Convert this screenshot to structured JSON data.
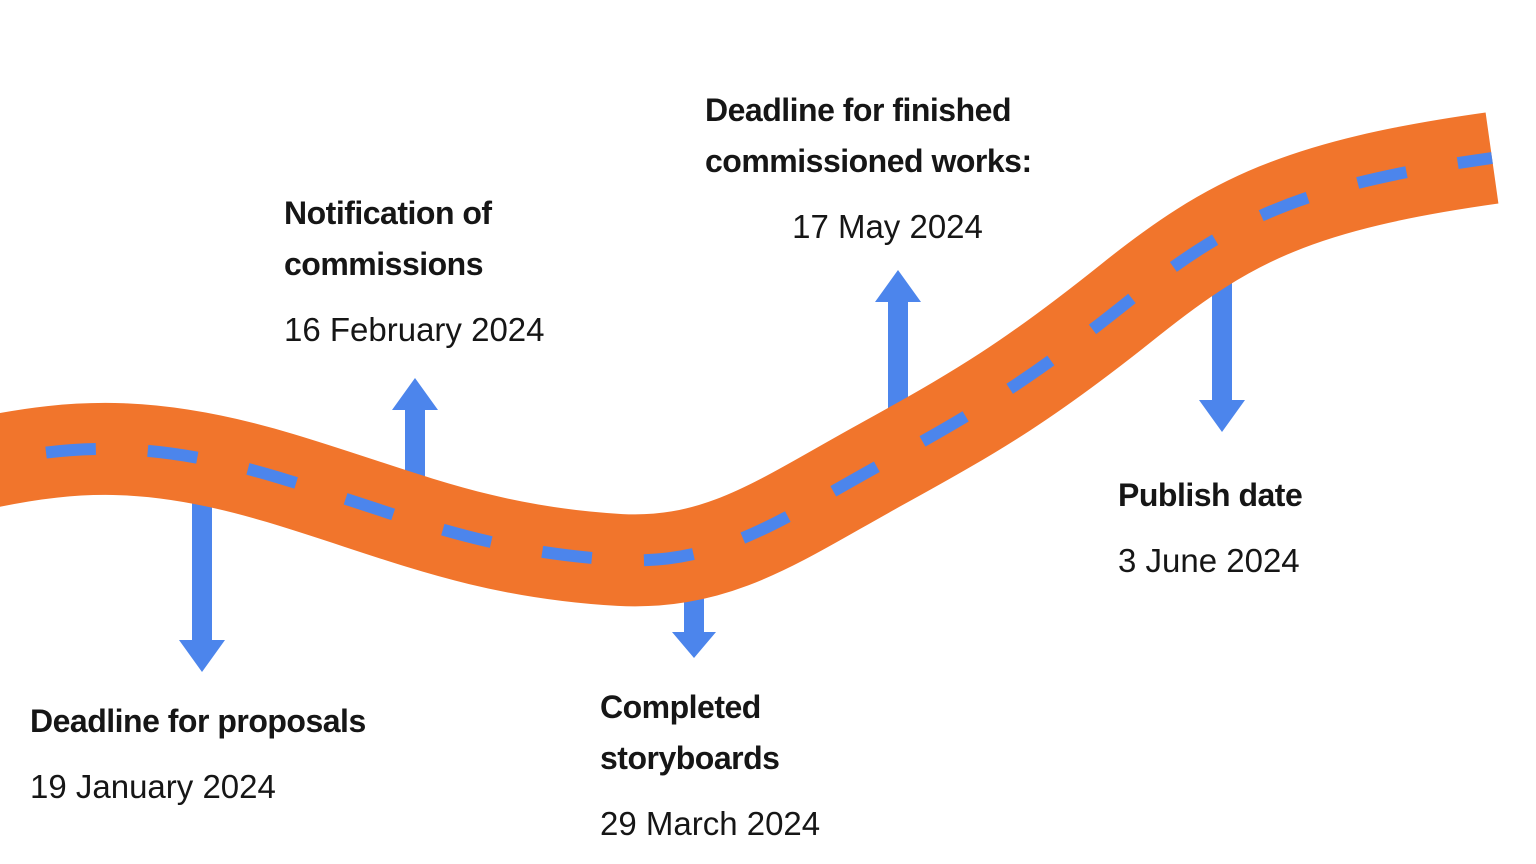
{
  "diagram": {
    "type": "timeline-roadmap",
    "description": "Winding road timeline with five milestone callouts connected by arrows"
  },
  "colors": {
    "road_orange": "#F1752C",
    "accent_blue": "#4C85EC",
    "text_dark": "#161616",
    "background": "#FFFFFF"
  },
  "milestones": [
    {
      "id": "deadline-proposals",
      "title": "Deadline for proposals",
      "date": "19 January 2024",
      "arrow": "down",
      "position": "below-road"
    },
    {
      "id": "notification-commissions",
      "title": "Notification of\ncommissions",
      "date": "16 February 2024",
      "arrow": "up",
      "position": "above-road"
    },
    {
      "id": "completed-storyboards",
      "title": "Completed\nstoryboards",
      "date": "29 March 2024",
      "arrow": "down",
      "position": "below-road"
    },
    {
      "id": "deadline-finished-works",
      "title": "Deadline for finished\ncommissioned works:",
      "date": "17 May 2024",
      "arrow": "up",
      "position": "above-road"
    },
    {
      "id": "publish-date",
      "title": "Publish date",
      "date": "3 June 2024",
      "arrow": "down",
      "position": "below-road"
    }
  ]
}
